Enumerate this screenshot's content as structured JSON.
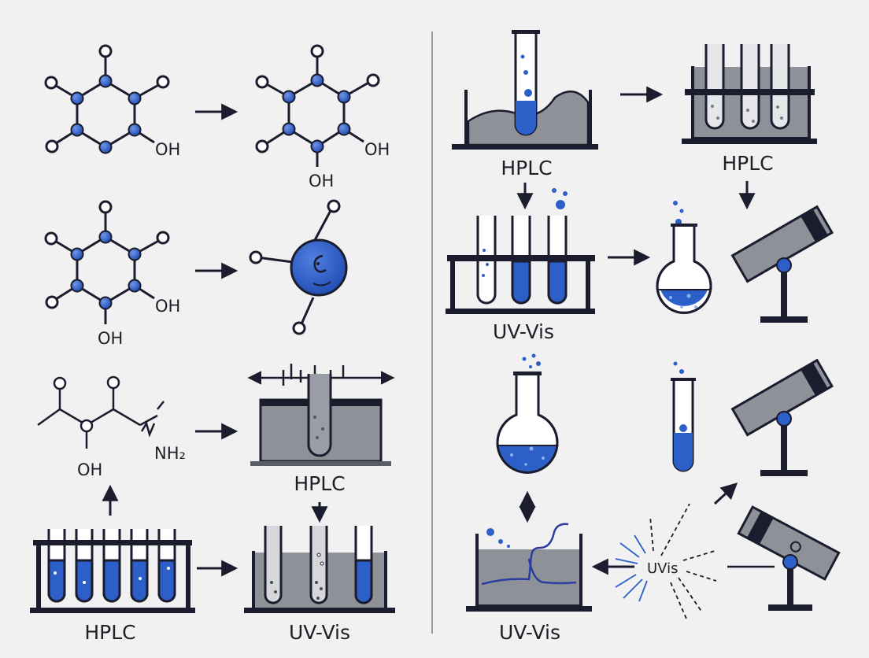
{
  "colors": {
    "background": "#f1f1f1",
    "ink": "#1b1c2e",
    "blue": "#2d5fc9",
    "gray": "#8e9198",
    "divider": "#9a9a9a"
  },
  "labels": {
    "oh_1": "OH",
    "oh_2": "OH",
    "oh_3": "OH",
    "oh_4": "OH",
    "oh_5": "OH",
    "oh_6": "OH",
    "nh2": "NH₂",
    "hplc_mid": "HPLC",
    "hplc_bottom": "HPLC",
    "uvvis_bottom_mid": "UV-Vis",
    "hplc_top_right_1": "HPLC",
    "hplc_top_right_2": "HPLC",
    "uvvis_right_mid": "UV-Vis",
    "uvvis_bottom_right": "UV-Vis",
    "uvis_burst": "UVis"
  },
  "icons": [
    "molecule-ring-icon",
    "hydroxyl-molecule-icon",
    "sphere-molecule-icon",
    "amino-acid-chain-icon",
    "electrophoresis-tank-icon",
    "test-tube-rack-icon",
    "chromatography-bath-icon",
    "beaker-bath-icon",
    "round-flask-icon",
    "telescope-spectrometer-icon",
    "light-burst-icon",
    "spectrum-graph-icon"
  ]
}
